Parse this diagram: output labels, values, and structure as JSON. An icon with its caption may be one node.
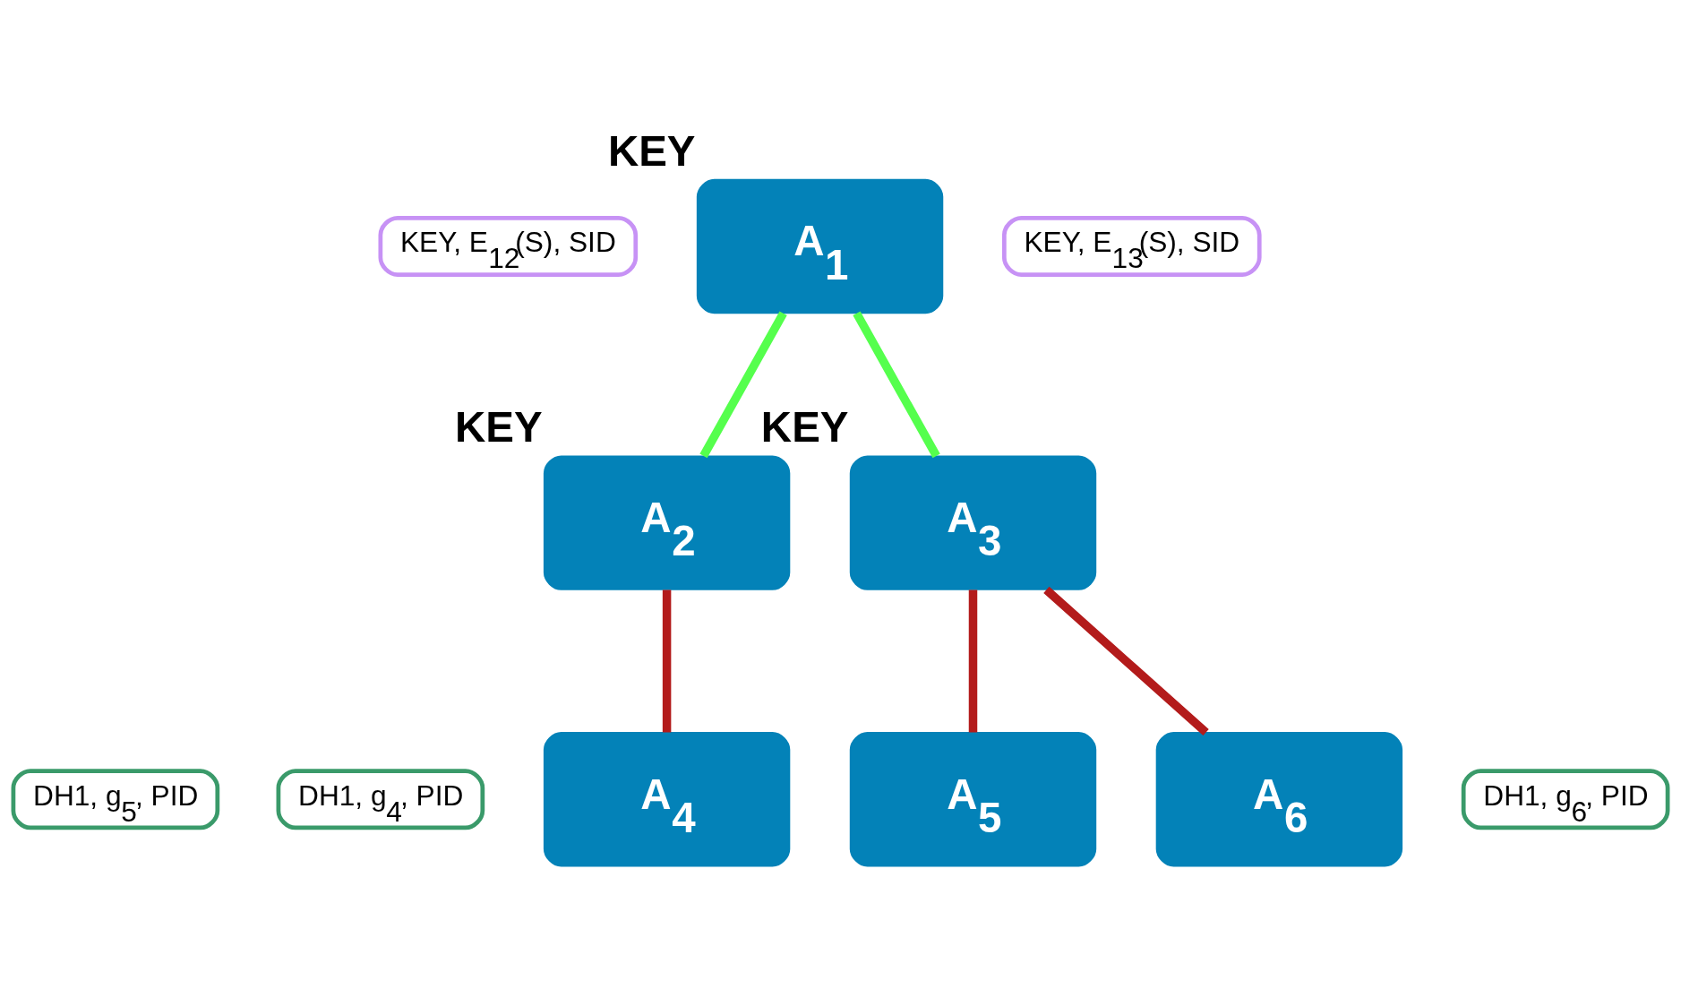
{
  "diagram": {
    "nodes": [
      {
        "text": [
          "A$_{1}$"
        ],
        "beside": [
          "KEY"
        ]
      },
      {
        "text": [
          "KEY, E$_{12}$(S), SID"
        ]
      },
      {
        "text": [
          "KEY, E$_{13}$(S), SID"
        ]
      },
      {
        "text": [
          "A$_{2}$"
        ],
        "beside": [
          "KEY"
        ]
      },
      {
        "text": [
          "A$_{3}$"
        ],
        "beside": [
          "KEY"
        ]
      },
      {
        "text": [
          "DH1, g$_{4}$, PID"
        ]
      },
      {
        "text": [
          "DH1, g$_{5}$, PID"
        ]
      },
      {
        "text": [
          "DH1, g$_{6}$, PID"
        ]
      },
      {
        "text": [
          "A$_{4}$"
        ]
      },
      {
        "text": [
          "A$_{5}$"
        ]
      },
      {
        "text": [
          "A$_{6}$"
        ]
      }
    ],
    "edges": [
      {
        "from": 0,
        "to": 3,
        "arrow": "none",
        "color": "#55ff4d"
      },
      {
        "from": 0,
        "to": 4,
        "arrow": "none",
        "color": "#55ff4d"
      },
      {
        "from": 3,
        "to": 8,
        "arrow": "none"
      },
      {
        "from": 4,
        "to": 9,
        "arrow": "none"
      },
      {
        "from": 4,
        "to": 10,
        "arrow": "none"
      }
    ]
  }
}
